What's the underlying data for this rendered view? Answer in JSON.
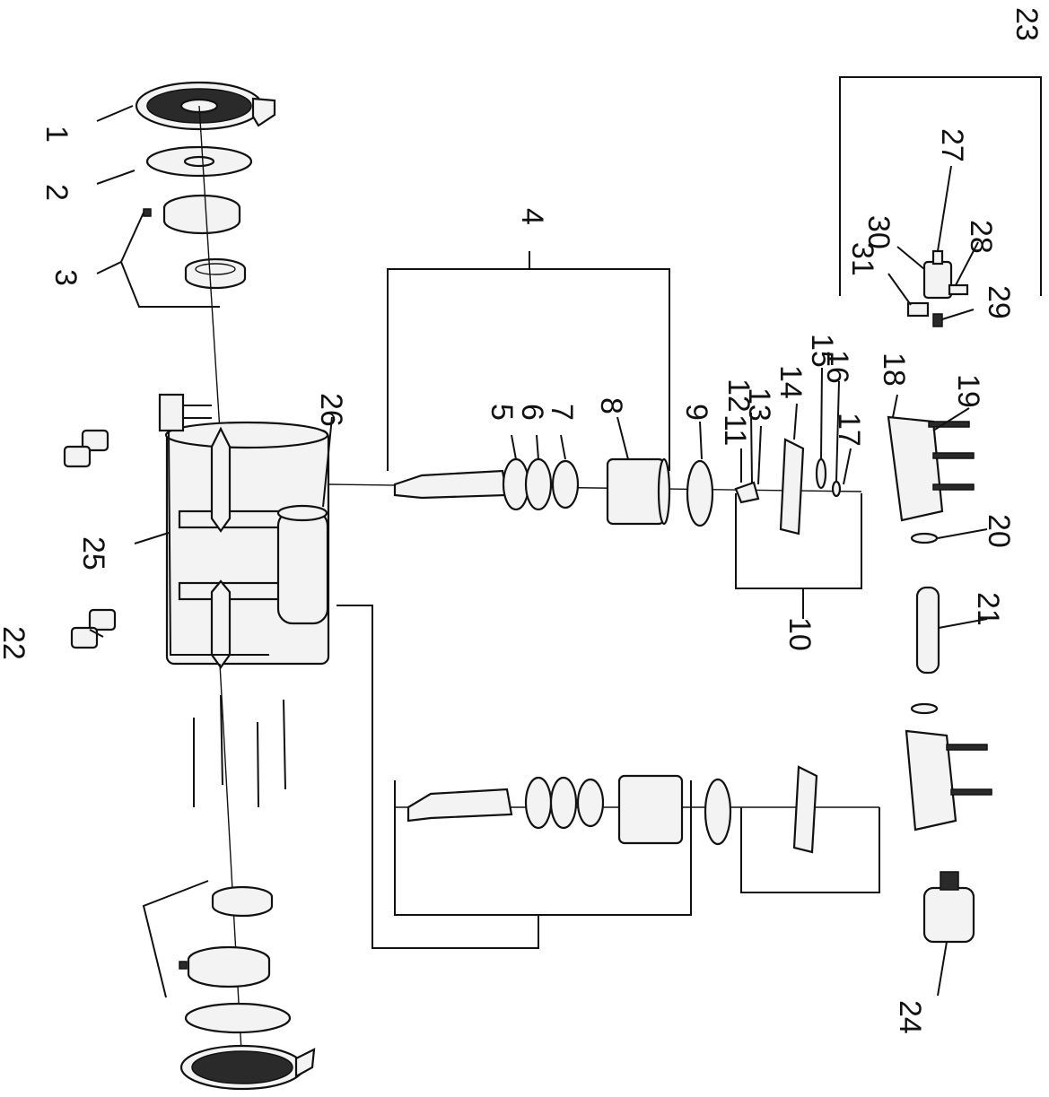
{
  "labels": {
    "l1": "1",
    "l2": "2",
    "l3": "3",
    "l4": "4",
    "l5": "5",
    "l6": "6",
    "l7": "7",
    "l8": "8",
    "l9": "9",
    "l10": "10",
    "l11": "11",
    "l12": "12",
    "l13": "13",
    "l14": "14",
    "l15": "15",
    "l16": "16",
    "l17": "17",
    "l18": "18",
    "l19": "19",
    "l20": "20",
    "l21": "21",
    "l22": "22",
    "l23": "23",
    "l24": "24",
    "l25": "25",
    "l26": "26",
    "l27": "27",
    "l28": "28",
    "l29": "29",
    "l30": "30",
    "l31": "31"
  }
}
